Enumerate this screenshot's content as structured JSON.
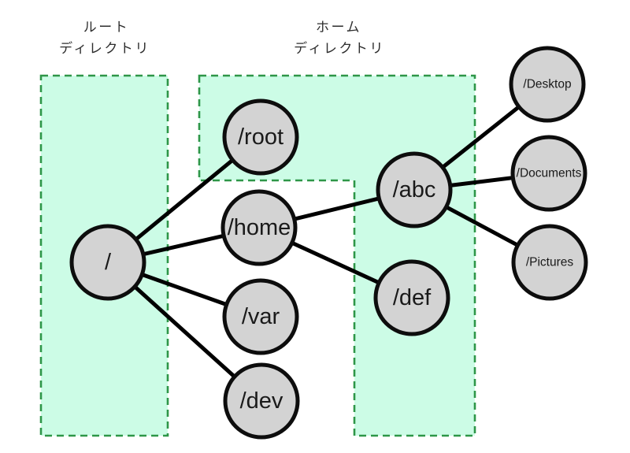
{
  "diagram": {
    "description": "Linux filesystem tree diagram with root and home directory regions highlighted",
    "labels": {
      "root_directory": {
        "line1": "ルート",
        "line2": "ディレクトリ"
      },
      "home_directory": {
        "line1": "ホーム",
        "line2": "ディレクトリ"
      }
    },
    "nodes": {
      "slash": "/",
      "root": "/root",
      "home": "/home",
      "var": "/var",
      "dev": "/dev",
      "abc": "/abc",
      "def": "/def",
      "desktop": "/Desktop",
      "documents": "/Documents",
      "pictures": "/Pictures"
    },
    "edges": [
      {
        "from": "/",
        "to": "/root"
      },
      {
        "from": "/",
        "to": "/home"
      },
      {
        "from": "/",
        "to": "/var"
      },
      {
        "from": "/",
        "to": "/dev"
      },
      {
        "from": "/home",
        "to": "/abc"
      },
      {
        "from": "/home",
        "to": "/def"
      },
      {
        "from": "/abc",
        "to": "/Desktop"
      },
      {
        "from": "/abc",
        "to": "/Documents"
      },
      {
        "from": "/abc",
        "to": "/Pictures"
      }
    ],
    "colors": {
      "background": "#ffffff",
      "region_fill": "#ccfce6",
      "region_border": "#2e9648",
      "node_fill": "#d3d3d3",
      "node_border": "#0d0d0d",
      "edge": "#000000",
      "text": "#1a1a1a"
    }
  }
}
